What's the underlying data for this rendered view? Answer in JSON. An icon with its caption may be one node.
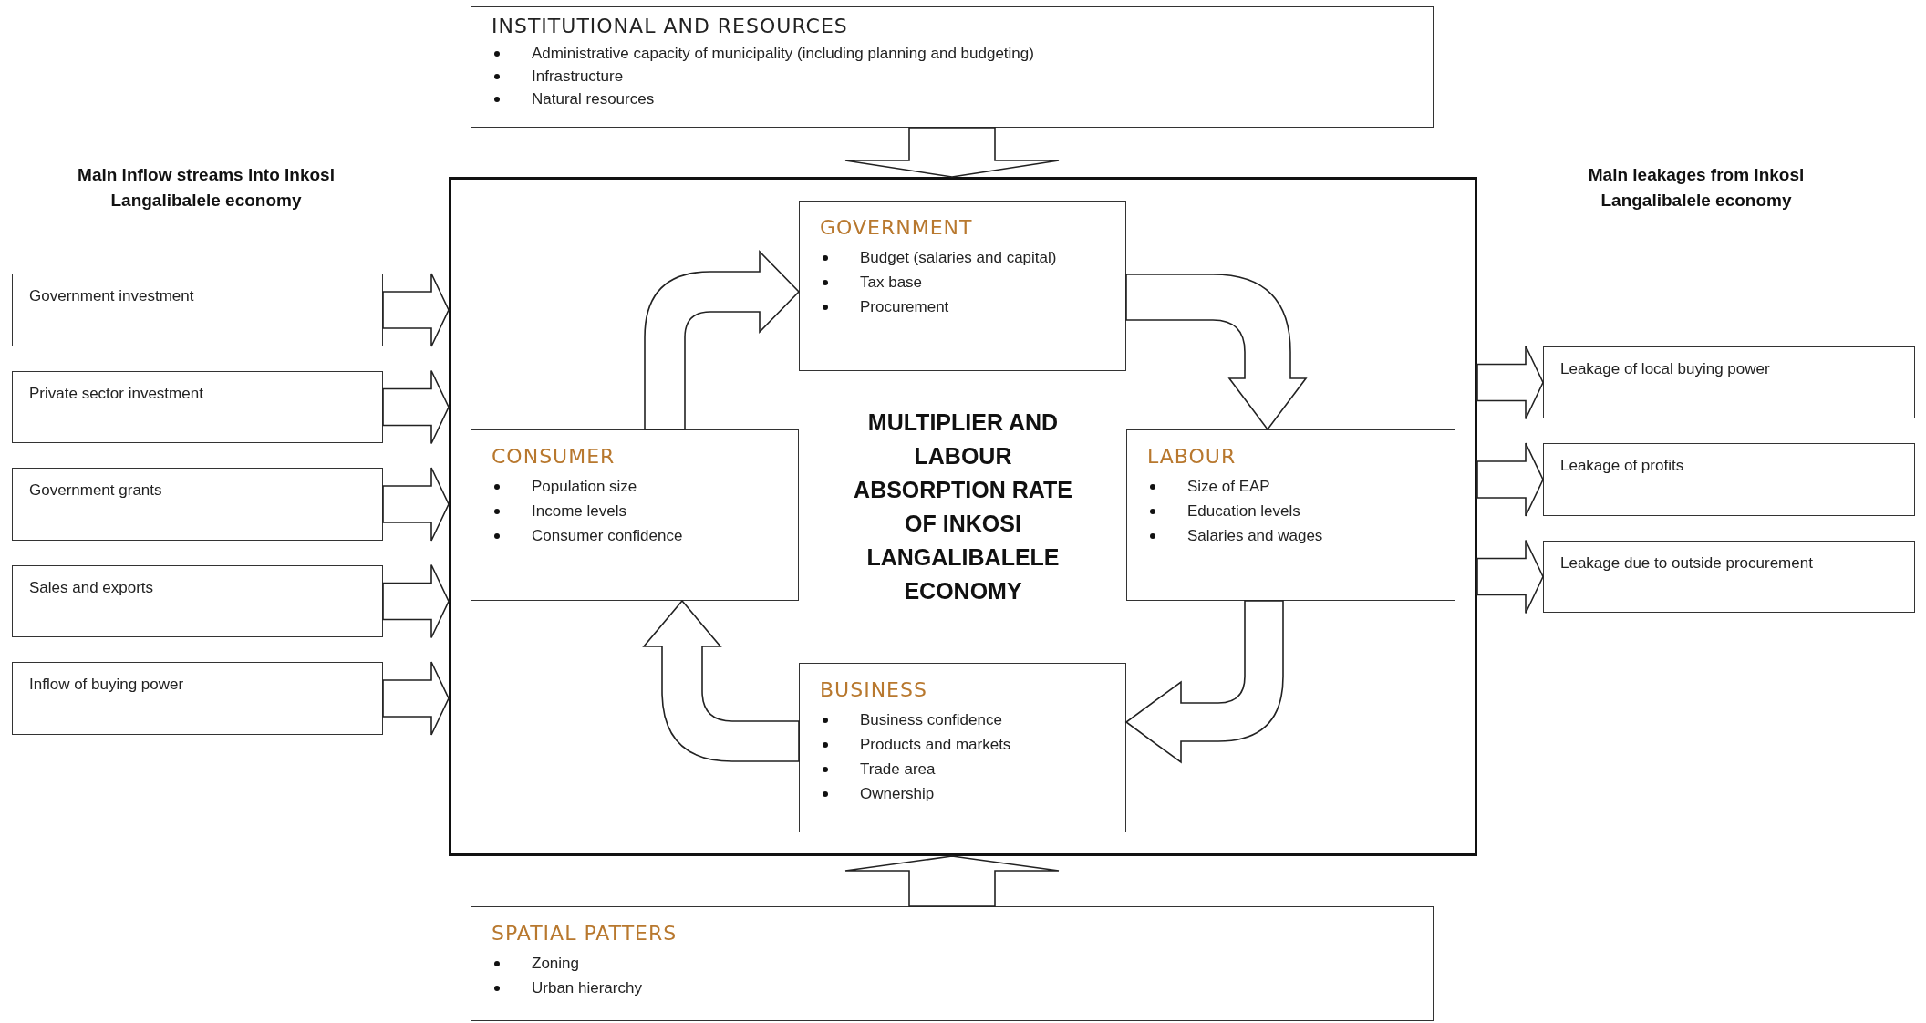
{
  "diagram": {
    "nodes": [
      {
        "text": [
          "INSTITUTIONAL AND RESOURCES",
          "Administrative capacity of municipality (including planning and budgeting)",
          "Infrastructure",
          "Natural resources"
        ]
      },
      {
        "text": [
          "MULTIPLIER AND LABOUR ABSORPTION RATE OF INKOSI LANGALIBALELE ECONOMY"
        ]
      },
      {
        "text": [
          "GOVERNMENT",
          "Budget (salaries and capital)",
          "Tax base",
          "Procurement"
        ],
        "in": 1
      },
      {
        "text": [
          "CONSUMER",
          "Population size",
          "Income levels",
          "Consumer confidence"
        ],
        "in": 1
      },
      {
        "text": [
          "LABOUR",
          "Size of EAP",
          "Education levels",
          "Salaries and wages"
        ],
        "in": 1
      },
      {
        "text": [
          "BUSINESS",
          "Business confidence",
          "Products and markets",
          "Trade area",
          "Ownership"
        ],
        "in": 1
      },
      {
        "text": [
          "Government investment"
        ]
      },
      {
        "text": [
          "Private sector investment"
        ]
      },
      {
        "text": [
          "Government grants"
        ]
      },
      {
        "text": [
          "Sales and exports"
        ]
      },
      {
        "text": [
          "Inflow of buying power"
        ]
      },
      {
        "text": [
          "Leakage of local buying power"
        ]
      },
      {
        "text": [
          "Leakage of profits"
        ]
      },
      {
        "text": [
          "Leakage due to outside procurement"
        ]
      },
      {
        "text": [
          "SPATIAL PATTERS",
          "Zoning",
          "Urban hierarchy"
        ]
      }
    ],
    "edges": [
      {
        "from": 0,
        "to": 1,
        "arrow": "to"
      },
      {
        "from": 6,
        "to": 1,
        "arrow": "to"
      },
      {
        "from": 7,
        "to": 1,
        "arrow": "to"
      },
      {
        "from": 8,
        "to": 1,
        "arrow": "to"
      },
      {
        "from": 9,
        "to": 1,
        "arrow": "to"
      },
      {
        "from": 10,
        "to": 1,
        "arrow": "to"
      },
      {
        "from": 1,
        "to": 11,
        "arrow": "to"
      },
      {
        "from": 1,
        "to": 12,
        "arrow": "to"
      },
      {
        "from": 1,
        "to": 13,
        "arrow": "to"
      },
      {
        "from": 3,
        "to": 2,
        "arrow": "to"
      },
      {
        "from": 2,
        "to": 4,
        "arrow": "to"
      },
      {
        "from": 4,
        "to": 5,
        "arrow": "to"
      },
      {
        "from": 5,
        "to": 3,
        "arrow": "to"
      },
      {
        "from": 14,
        "to": 1,
        "arrow": "to"
      }
    ],
    "labels": [
      "Main inflow streams into Inkosi Langalibalele economy",
      "Main leakages from Inkosi Langalibalele economy"
    ]
  }
}
